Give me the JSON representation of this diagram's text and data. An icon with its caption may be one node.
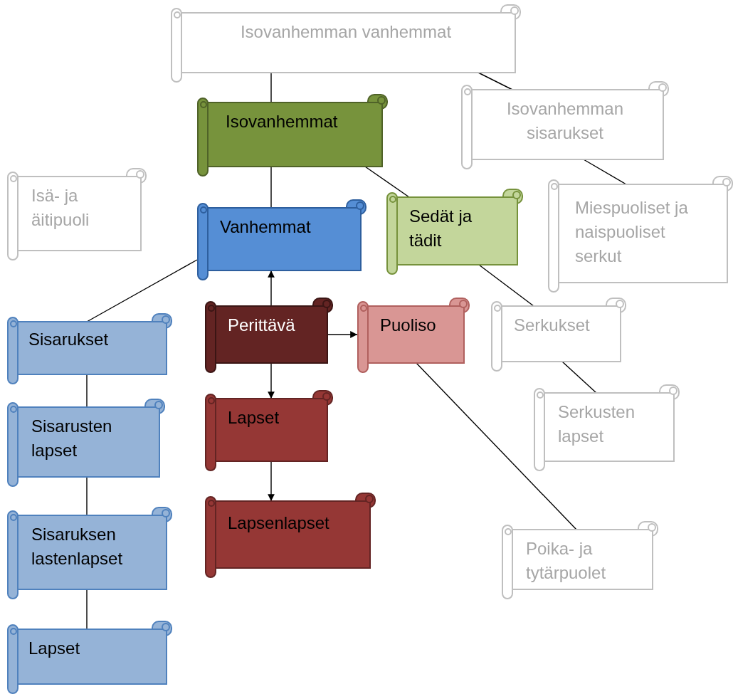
{
  "diagram": {
    "nodes": [
      {
        "text": [
          "Isovanhemman vanhemmat"
        ]
      },
      {
        "text": [
          "Isovanhemmat"
        ]
      },
      {
        "text": [
          "Isovanhemman sisarukset"
        ]
      },
      {
        "text": [
          "Isä- ja äitipuoli"
        ]
      },
      {
        "text": [
          "Vanhemmat"
        ]
      },
      {
        "text": [
          "Sedät ja tädit"
        ]
      },
      {
        "text": [
          "Miespuoliset ja naispuoliset serkut"
        ]
      },
      {
        "text": [
          "Sisarukset"
        ]
      },
      {
        "text": [
          "Perittävä"
        ]
      },
      {
        "text": [
          "Puoliso"
        ]
      },
      {
        "text": [
          "Serkukset"
        ]
      },
      {
        "text": [
          "Sisarusten lapset"
        ]
      },
      {
        "text": [
          "Lapset"
        ]
      },
      {
        "text": [
          "Serkusten lapset"
        ]
      },
      {
        "text": [
          "Sisaruksen lastenlapset"
        ]
      },
      {
        "text": [
          "Lapsenlapset"
        ]
      },
      {
        "text": [
          "Poika- ja tytärpuolet"
        ]
      },
      {
        "text": [
          "Lapset"
        ]
      }
    ],
    "edges": [
      {
        "from": 0,
        "to": 1,
        "arrow": "none"
      },
      {
        "from": 0,
        "to": 2,
        "arrow": "none"
      },
      {
        "from": 1,
        "to": 4,
        "arrow": "none"
      },
      {
        "from": 1,
        "to": 5,
        "arrow": "none"
      },
      {
        "from": 2,
        "to": 6,
        "arrow": "none"
      },
      {
        "from": 4,
        "to": 7,
        "arrow": "none"
      },
      {
        "from": 8,
        "to": 4,
        "arrow": "to"
      },
      {
        "from": 8,
        "to": 9,
        "arrow": "to"
      },
      {
        "from": 8,
        "to": 12,
        "arrow": "to"
      },
      {
        "from": 12,
        "to": 15,
        "arrow": "to"
      },
      {
        "from": 5,
        "to": 10,
        "arrow": "none"
      },
      {
        "from": 10,
        "to": 13,
        "arrow": "none"
      },
      {
        "from": 9,
        "to": 16,
        "arrow": "none"
      },
      {
        "from": 7,
        "to": 11,
        "arrow": "none"
      },
      {
        "from": 11,
        "to": 14,
        "arrow": "none"
      },
      {
        "from": 14,
        "to": 17,
        "arrow": "none"
      }
    ]
  }
}
